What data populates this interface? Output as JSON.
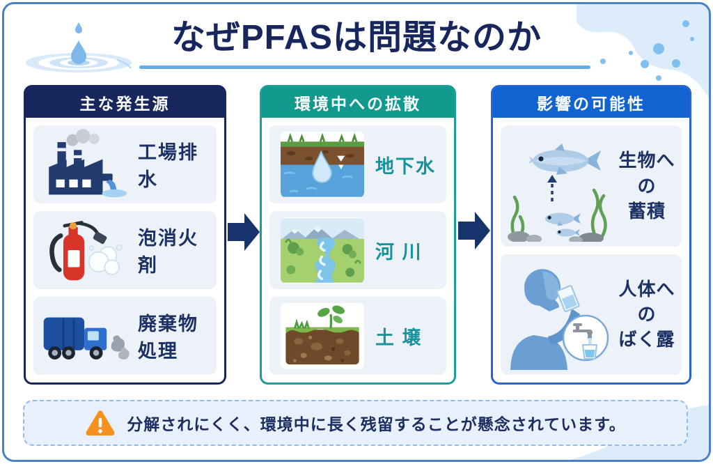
{
  "title": {
    "text": "なぜPFASは問題なのか"
  },
  "columns": [
    {
      "header": "主な発生源",
      "accent_color": "#17265c",
      "items": [
        {
          "label": "工場排水",
          "icon": "factory-icon"
        },
        {
          "label": "泡消火剤",
          "icon": "fire-extinguisher-icon"
        },
        {
          "label": "廃棄物処理",
          "icon": "garbage-truck-icon"
        }
      ]
    },
    {
      "header": "環境中への拡散",
      "accent_color": "#12998e",
      "items": [
        {
          "label": "地下水",
          "icon": "groundwater-illustration"
        },
        {
          "label": "河 川",
          "icon": "river-illustration"
        },
        {
          "label": "土 壌",
          "icon": "soil-illustration"
        }
      ]
    },
    {
      "header": "影響の可能性",
      "accent_color": "#1263d2",
      "items": [
        {
          "label": "生物への\n蓄積",
          "icon": "fish-bioaccumulation-illustration"
        },
        {
          "label": "人体への\nばく露",
          "icon": "person-drinking-illustration"
        }
      ]
    }
  ],
  "footer": {
    "text": "分解されにくく、環境中に長く残留することが懸念されています。",
    "icon": "warning-triangle-icon"
  },
  "decorations": {
    "top_left": "water-drop-ripple-icon",
    "arrows": "right-arrow-icon",
    "corner_waves_color": "#dcecfa",
    "bubble_dots_color": "#7fc0f0"
  },
  "colors": {
    "title_navy": "#17265c",
    "sources_navy": "#17265c",
    "spread_teal": "#12998e",
    "impact_blue": "#1263d2",
    "card_bg": "#edf1f8",
    "underline_blue": "#66abe4",
    "warning_orange": "#f5911e",
    "outer_border_blue": "#4c80c6"
  }
}
